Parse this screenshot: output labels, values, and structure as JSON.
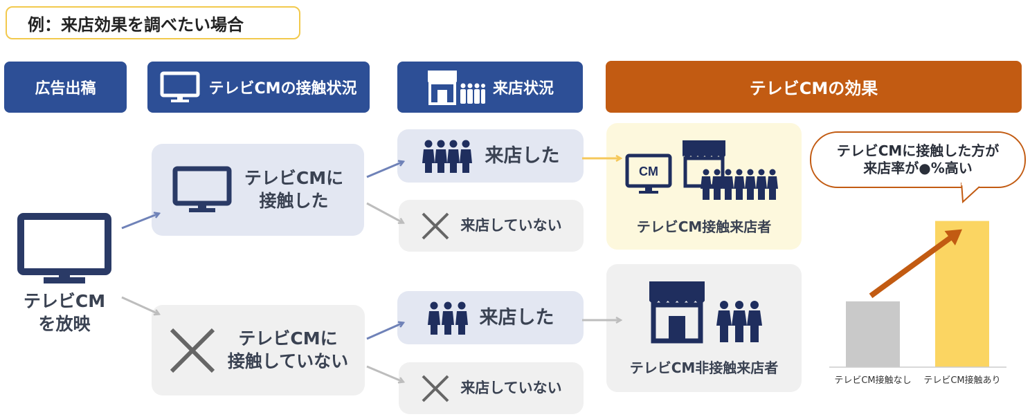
{
  "title": "例：来店効果を調べたい場合",
  "headers": {
    "ad": "広告出稿",
    "contact": "テレビCMの接触状況",
    "visit": "来店状況",
    "effect": "テレビCMの効果"
  },
  "broadcast": {
    "line1": "テレビCM",
    "line2": "を放映"
  },
  "contact_yes": {
    "line1": "テレビCMに",
    "line2": "接触した"
  },
  "contact_no": {
    "line1": "テレビCMに",
    "line2": "接触していない"
  },
  "visited_label": "来店した",
  "not_visited_label": "来店していない",
  "result_exposed": "テレビCM接触来店者",
  "result_unexposed": "テレビCM非接触来店者",
  "cm_badge": "CM",
  "callout": {
    "line1": "テレビCMに接触した方が",
    "line2": "来店率が●%高い"
  },
  "chart_data": {
    "type": "bar",
    "categories": [
      "テレビCM接触なし",
      "テレビCM接触あり"
    ],
    "values": [
      0.45,
      1.0
    ],
    "colors": [
      "#c9c9c9",
      "#fbd562"
    ],
    "arrow_color": "#c25b12",
    "ylim": [
      0,
      1.05
    ]
  },
  "colors": {
    "navy": "#2d4f96",
    "orange": "#c25b12",
    "yellow_accent": "#f2c94c"
  }
}
